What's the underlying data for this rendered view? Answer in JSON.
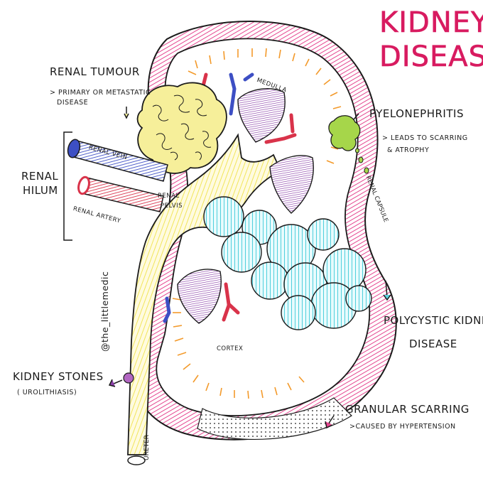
{
  "title": {
    "line1": "KIDNEY",
    "line2": "DISEASE"
  },
  "labels": {
    "renal_tumour": "RENAL TUMOUR",
    "renal_tumour_note_1": "> PRIMARY OR METASTATIC",
    "renal_tumour_note_2": "DISEASE",
    "medulla": "MEDULLA",
    "pyelonephritis": "PYELONEPHRITIS",
    "pyelonephritis_note_1": "> LEADS TO SCARRING",
    "pyelonephritis_note_2": "& ATROPHY",
    "renal_hilum_1": "RENAL",
    "renal_hilum_2": "HILUM",
    "renal_vein": "RENAL VEIN",
    "renal_artery": "RENAL ARTERY",
    "renal_pelvis_1": "RENAL",
    "renal_pelvis_2": "PELVIS",
    "renal_capsule": "RENAL CAPSULE",
    "polycystic_1": "POLYCYSTIC KIDNEY",
    "polycystic_2": "DISEASE",
    "cortex": "CORTEX",
    "kidney_stones": "KIDNEY STONES",
    "urolithiasis": "( UROLITHIASIS)",
    "granular_scarring": "GRANULAR SCARRING",
    "granular_note": ">CAUSED BY HYPERTENSION",
    "ureter": "URETER",
    "watermark": "@the_littlemedic"
  },
  "colors": {
    "title": "#d81b60",
    "capsule": "#e5468f",
    "cortex_lines": "#f39a2b",
    "pelvis": "#f7ee7a",
    "tumour": "#f6ef9a",
    "cysts": "#5fd3e0",
    "pyramid": "#8a3fa8",
    "vein": "#3d4fc4",
    "artery": "#d9334a",
    "pyelo": "#a6d64a",
    "outline": "#1b1b1b"
  }
}
